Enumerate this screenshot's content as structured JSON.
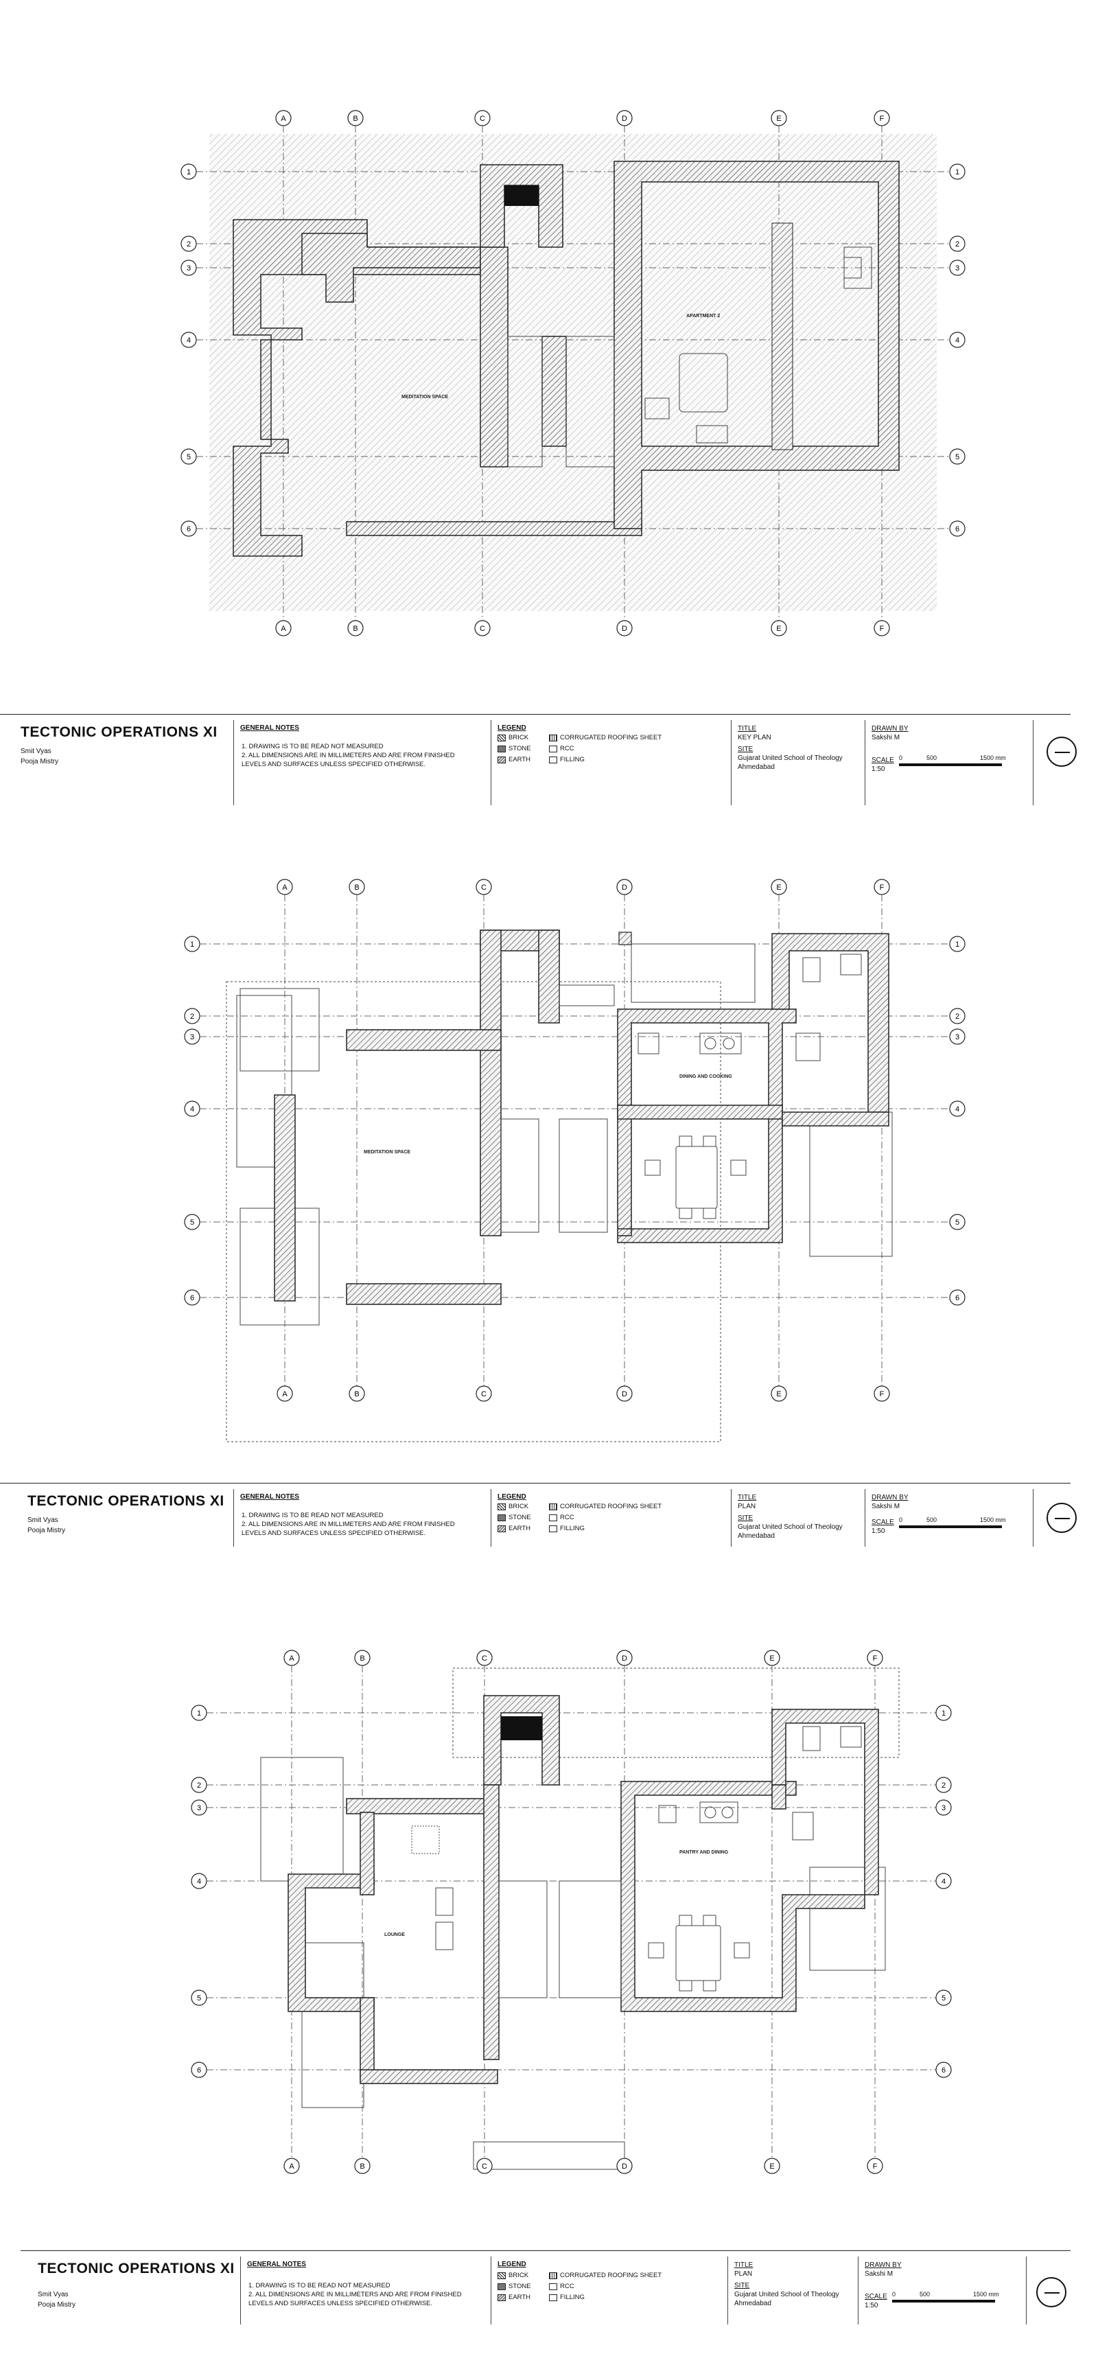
{
  "grid": {
    "columns": [
      "A",
      "B",
      "C",
      "D",
      "E",
      "F"
    ],
    "rows": [
      "1",
      "2",
      "3",
      "4",
      "5",
      "6"
    ]
  },
  "sheets": [
    {
      "room_labels": [
        "MEDITATION SPACE",
        "APARTMENT 2"
      ],
      "title_block": {
        "project": "TECTONIC OPERATIONS XI",
        "authors": [
          "Smit Vyas",
          "Pooja Mistry"
        ],
        "notes_heading": "GENERAL NOTES",
        "notes": [
          "1.  DRAWING IS TO BE READ NOT MEASURED",
          "2.  ALL DIMENSIONS ARE IN MILLIMETERS AND ARE FROM FINISHED LEVELS AND SURFACES UNLESS SPECIFIED OTHERWISE."
        ],
        "legend_heading": "LEGEND",
        "legend": [
          "BRICK",
          "STONE",
          "EARTH",
          "CORRUGATED ROOFING SHEET",
          "RCC",
          "FILLING"
        ],
        "title_label": "TITLE",
        "title": "KEY PLAN",
        "site_label": "SITE",
        "site": [
          "Gujarat United School of Theology",
          "Ahmedabad"
        ],
        "drawn_by_label": "DRAWN BY",
        "drawn_by": "Sakshi M",
        "scale_label": "SCALE",
        "scale": "1:50",
        "scale_ticks": [
          "0",
          "500",
          "1500 mm"
        ]
      }
    },
    {
      "room_labels": [
        "MEDITATION SPACE",
        "DINING AND COOKING"
      ],
      "title_block": {
        "project": "TECTONIC OPERATIONS XI",
        "authors": [
          "Smit Vyas",
          "Pooja Mistry"
        ],
        "notes_heading": "GENERAL NOTES",
        "notes": [
          "1.  DRAWING IS TO BE READ NOT MEASURED",
          "2.  ALL DIMENSIONS ARE IN MILLIMETERS AND ARE FROM FINISHED LEVELS AND SURFACES UNLESS SPECIFIED OTHERWISE."
        ],
        "legend_heading": "LEGEND",
        "legend": [
          "BRICK",
          "STONE",
          "EARTH",
          "CORRUGATED ROOFING SHEET",
          "RCC",
          "FILLING"
        ],
        "title_label": "TITLE",
        "title": "PLAN",
        "site_label": "SITE",
        "site": [
          "Gujarat United School of Theology",
          "Ahmedabad"
        ],
        "drawn_by_label": "DRAWN BY",
        "drawn_by": "Sakshi M",
        "scale_label": "SCALE",
        "scale": "1:50",
        "scale_ticks": [
          "0",
          "500",
          "1500 mm"
        ]
      }
    },
    {
      "room_labels": [
        "LOUNGE",
        "PANTRY AND DINING"
      ],
      "title_block": {
        "project": "TECTONIC OPERATIONS XI",
        "authors": [
          "Smit Vyas",
          "Pooja Mistry"
        ],
        "notes_heading": "GENERAL NOTES",
        "notes": [
          "1.  DRAWING IS TO BE READ NOT MEASURED",
          "2.  ALL DIMENSIONS ARE IN MILLIMETERS AND ARE FROM FINISHED LEVELS AND SURFACES UNLESS SPECIFIED OTHERWISE."
        ],
        "legend_heading": "LEGEND",
        "legend": [
          "BRICK",
          "STONE",
          "EARTH",
          "CORRUGATED ROOFING SHEET",
          "RCC",
          "FILLING"
        ],
        "title_label": "TITLE",
        "title": "PLAN",
        "site_label": "SITE",
        "site": [
          "Gujarat United School of Theology",
          "Ahmedabad"
        ],
        "drawn_by_label": "DRAWN BY",
        "drawn_by": "Sakshi M",
        "scale_label": "SCALE",
        "scale": "1:50",
        "scale_ticks": [
          "0",
          "500",
          "1500 mm"
        ]
      }
    }
  ]
}
